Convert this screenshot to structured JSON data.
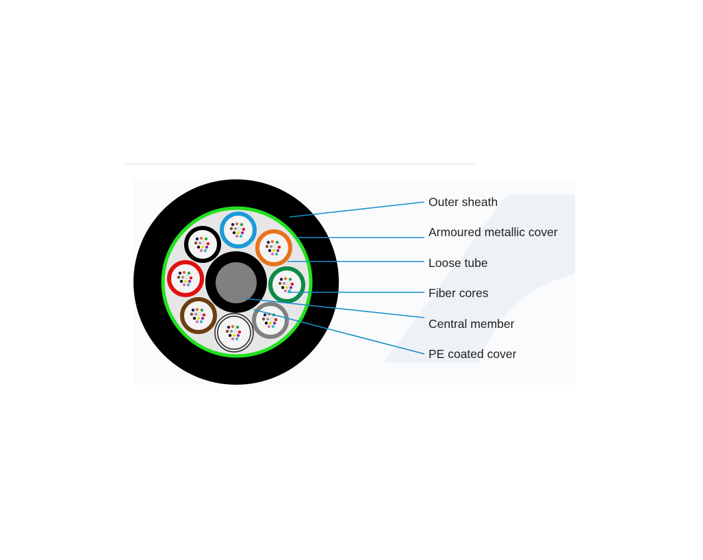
{
  "diagram": {
    "labels": {
      "outer_sheath": "Outer sheath",
      "armoured_metallic_cover": "Armoured metallic cover",
      "loose_tube": "Loose tube",
      "fiber_cores": "Fiber cores",
      "central_member": "Central member",
      "pe_coated_cover": "PE coated cover"
    },
    "colors": {
      "sheath": "#000000",
      "armour": "#22e01e",
      "filler": "#e6e6e6",
      "central_member": "#808080",
      "leader": "#1a8fc8",
      "tubes": [
        "#000000",
        "#1e9ad8",
        "#e8731c",
        "#0e8a48",
        "#808080",
        "#ffffff",
        "#6b3f12",
        "#e01010"
      ]
    }
  }
}
